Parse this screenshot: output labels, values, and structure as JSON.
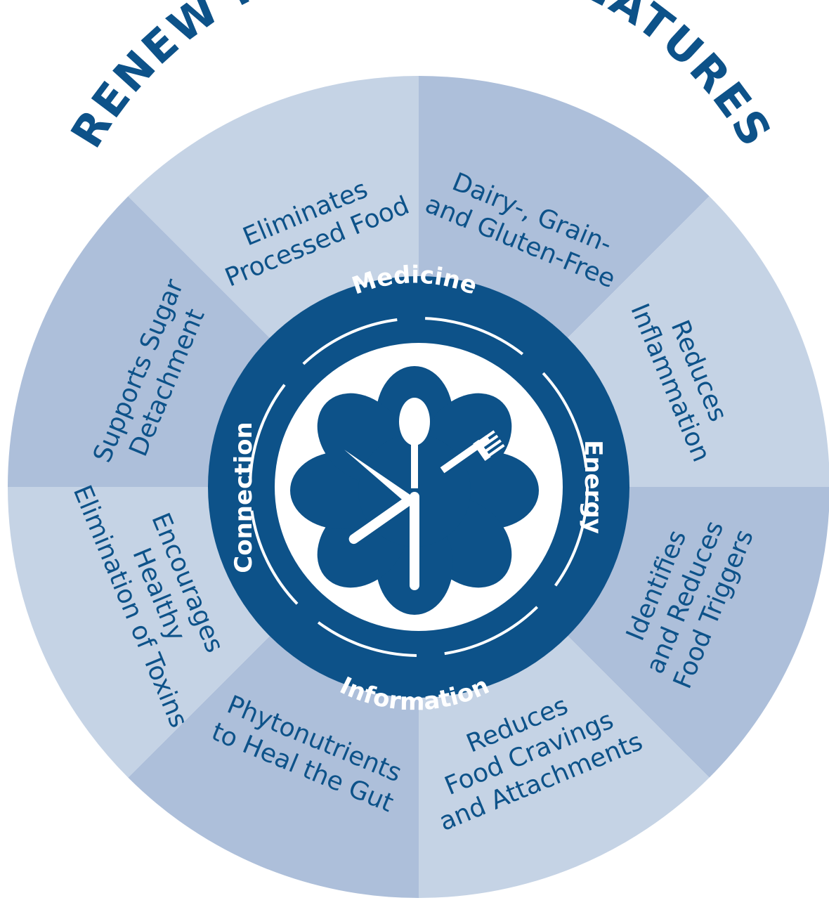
{
  "title": "RENEW FOOD PLAN FEATURES",
  "colors": {
    "dark_blue": "#0d5289",
    "light_sector": "#c5d3e5",
    "medium_sector": "#adbfda",
    "white": "#ffffff"
  },
  "features": [
    {
      "lines": [
        "Eliminates",
        "Processed Food"
      ],
      "shade": "light"
    },
    {
      "lines": [
        "Dairy-, Grain-",
        "and Gluten-Free"
      ],
      "shade": "medium"
    },
    {
      "lines": [
        "Reduces",
        "Inflammation"
      ],
      "shade": "light"
    },
    {
      "lines": [
        "Identifies",
        "and Reduces",
        "Food Triggers"
      ],
      "shade": "medium"
    },
    {
      "lines": [
        "Reduces",
        "Food Cravings",
        "and Attachments"
      ],
      "shade": "light"
    },
    {
      "lines": [
        "Phytonutrients",
        "to Heal the Gut"
      ],
      "shade": "medium"
    },
    {
      "lines": [
        "Encourages",
        "Healthy",
        "Elimination of Toxins"
      ],
      "shade": "light"
    },
    {
      "lines": [
        "Supports Sugar",
        "Detachment"
      ],
      "shade": "medium"
    }
  ],
  "center_ring_labels": {
    "top": "Medicine",
    "right": "Energy",
    "bottom": "Information",
    "left": "Connection"
  },
  "center_icon": "flower-plate-with-utensils-icon"
}
